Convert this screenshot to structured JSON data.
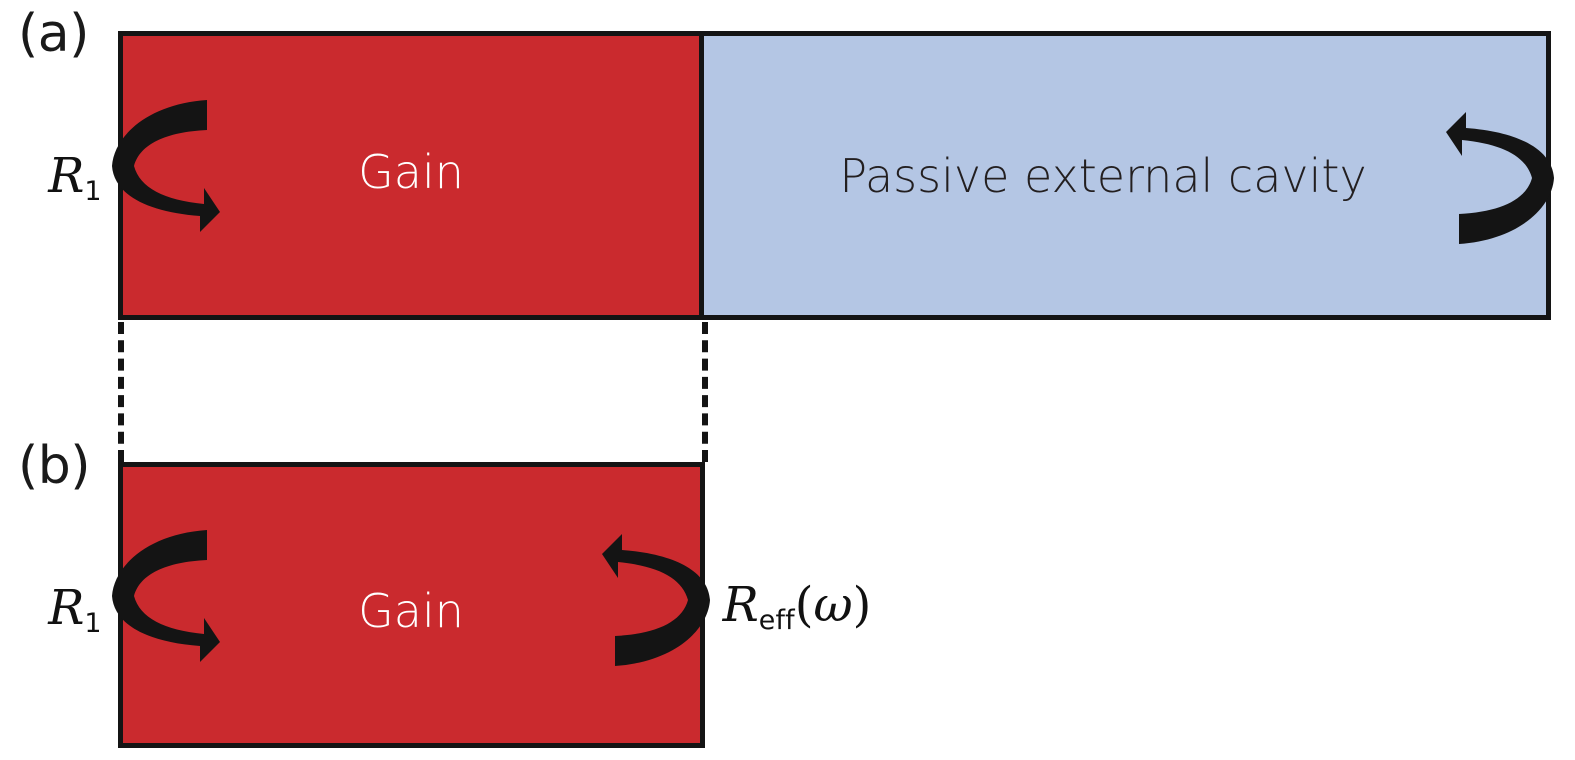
{
  "figure": {
    "type": "schematic-diagram",
    "background_color": "#ffffff",
    "stroke_color": "#141414"
  },
  "colors": {
    "gain_red": "#ca2a2e",
    "passive_blue": "#b4c6e4",
    "outline_black": "#141414",
    "text_white": "#ffffff",
    "text_dark": "#231f20"
  },
  "panels": [
    {
      "id": "a",
      "label": "(a)",
      "regions": [
        {
          "name": "gain",
          "text": "Gain",
          "fill": "#ca2a2e",
          "text_color": "#ffffff"
        },
        {
          "name": "passive-external-cavity",
          "text": "Passive external cavity",
          "fill": "#b4c6e4",
          "text_color": "#231f20"
        }
      ],
      "labels": {
        "left_mirror": {
          "symbol": "R",
          "subscript": "1",
          "argument": ""
        },
        "right_mirror": {
          "symbol": "",
          "subscript": "",
          "argument": ""
        }
      },
      "arrows": [
        {
          "name": "left-reflection-arrow",
          "direction": "clockwise-open-right"
        },
        {
          "name": "right-reflection-arrow",
          "direction": "clockwise-open-left"
        }
      ]
    },
    {
      "id": "b",
      "label": "(b)",
      "regions": [
        {
          "name": "gain",
          "text": "Gain",
          "fill": "#ca2a2e",
          "text_color": "#ffffff"
        }
      ],
      "labels": {
        "left_mirror": {
          "symbol": "R",
          "subscript": "1",
          "argument": ""
        },
        "right_mirror": {
          "symbol": "R",
          "subscript": "eff",
          "argument": "(ω)"
        }
      },
      "arrows": [
        {
          "name": "left-reflection-arrow",
          "direction": "clockwise-open-right"
        },
        {
          "name": "right-reflection-arrow",
          "direction": "clockwise-open-left"
        }
      ]
    }
  ],
  "connectors": [
    {
      "name": "dashed-line-left",
      "style": "dashed",
      "orientation": "vertical"
    },
    {
      "name": "dashed-line-right",
      "style": "dashed",
      "orientation": "vertical"
    }
  ],
  "text": {
    "panel_a_label": "(a)",
    "panel_b_label": "(b)",
    "gain_a": "Gain",
    "passive_a": "Passive external cavity",
    "gain_b": "Gain",
    "r1_symbol": "R",
    "r1_subscript": "1",
    "reff_symbol": "R",
    "reff_subscript": "eff",
    "reff_argument_open": "(",
    "reff_omega": "ω",
    "reff_argument_close": ")"
  }
}
